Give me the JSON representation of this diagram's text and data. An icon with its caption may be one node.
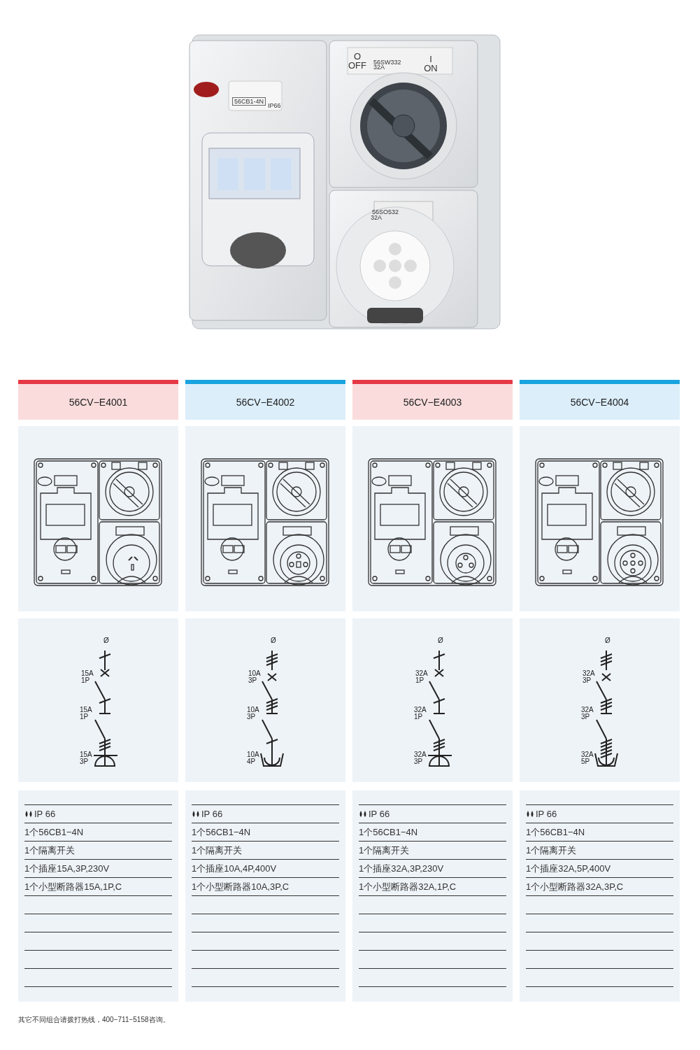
{
  "diagram": {
    "labels": [
      "O OFF",
      "I ON",
      "56CB1-4N",
      "IP66",
      "56SW332",
      "32A",
      "56SO532",
      "32A",
      "56CV−E4001",
      "56CV−E4002",
      "56CV−E4003",
      "56CV−E4004",
      "Ø",
      "15A 1P",
      "15A 1P",
      "15A 3P",
      "Ø",
      "10A 3P",
      "10A 3P",
      "10A 4P",
      "Ø",
      "32A 1P",
      "32A 1P",
      "32A 3P",
      "Ø",
      "32A 3P",
      "32A 3P",
      "32A 5P",
      "IP 66",
      "1个56CB1−4N",
      "1个隔离开关",
      "1个插座15A,3P,230V",
      "1个小型断路器15A,1P,C",
      "IP 66",
      "1个56CB1−4N",
      "1个隔离开关",
      "1个插座10A,4P,400V",
      "1个小型断路器10A,3P,C",
      "IP 66",
      "1个56CB1−4N",
      "1个隔离开关",
      "1个插座32A,3P,230V",
      "1个小型断路器32A,1P,C",
      "IP 66",
      "1个56CB1−4N",
      "1个隔离开关",
      "1个插座32A,5P,400V",
      "1个小型断路器32A,3P,C",
      "其它不同组合请拨打热线，400−711−5158咨询。"
    ]
  }
}
